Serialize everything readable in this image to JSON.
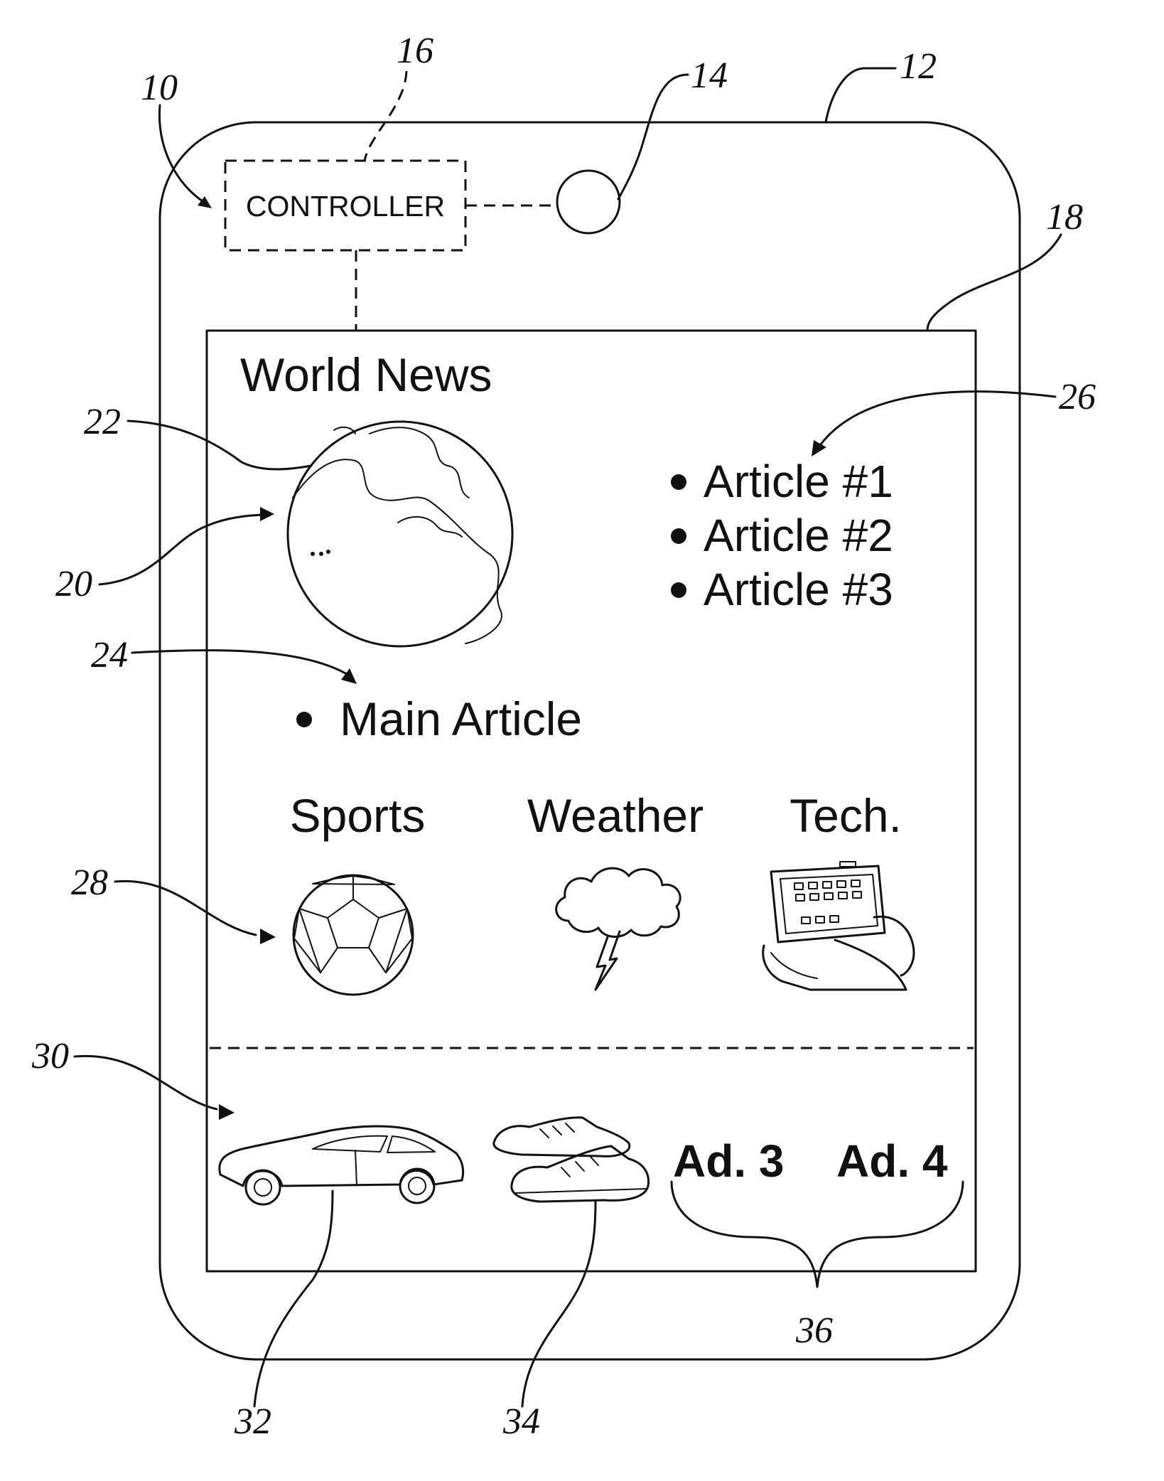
{
  "controller": {
    "label": "CONTROLLER"
  },
  "screen": {
    "title": "World News",
    "main_article": "Main Article",
    "articles": [
      "Article #1",
      "Article #2",
      "Article #3"
    ],
    "categories": {
      "sports": "Sports",
      "weather": "Weather",
      "tech": "Tech."
    },
    "ads": {
      "ad3": "Ad. 3",
      "ad4": "Ad. 4"
    }
  },
  "icons": {
    "globe": "globe-icon",
    "soccer_ball": "soccer-ball-icon",
    "storm_cloud": "storm-cloud-icon",
    "tablet": "tablet-icon",
    "car": "car-icon",
    "sneakers": "sneakers-icon"
  },
  "reference_numerals": {
    "device": "10",
    "housing": "12",
    "camera": "14",
    "controller": "16",
    "display": "18",
    "globe_arrow": "20",
    "globe": "22",
    "main_article": "24",
    "article_list": "26",
    "sports_icon": "28",
    "ad_region": "30",
    "car_ad": "32",
    "shoe_ad": "34",
    "text_ads": "36"
  }
}
